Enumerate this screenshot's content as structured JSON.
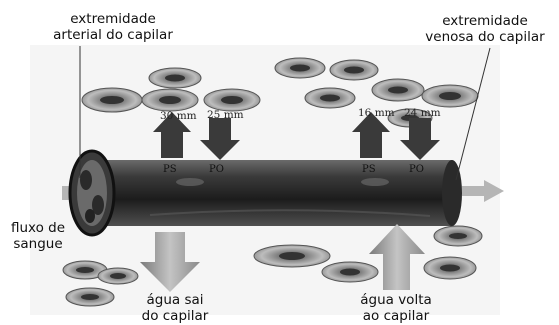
{
  "labels": {
    "arterial_top": "extremidade",
    "arterial_bottom": "arterial do capilar",
    "venous_top": "extremidade",
    "venous_bottom": "venosa do capilar",
    "flow_top": "fluxo de",
    "flow_bottom": "sangue",
    "out_top": "água sai",
    "out_bottom": "do capilar",
    "in_top": "água volta",
    "in_bottom": "ao capilar"
  },
  "arterial_end": {
    "hydrostatic": {
      "value": "30 mm",
      "tag": "PS",
      "direction": "out"
    },
    "oncotic": {
      "value": "25 mm",
      "tag": "PO",
      "direction": "in"
    }
  },
  "venous_end": {
    "hydrostatic": {
      "value": "16 mm",
      "tag": "PS",
      "direction": "out"
    },
    "oncotic": {
      "value": "24 mm",
      "tag": "PO",
      "direction": "in"
    }
  }
}
